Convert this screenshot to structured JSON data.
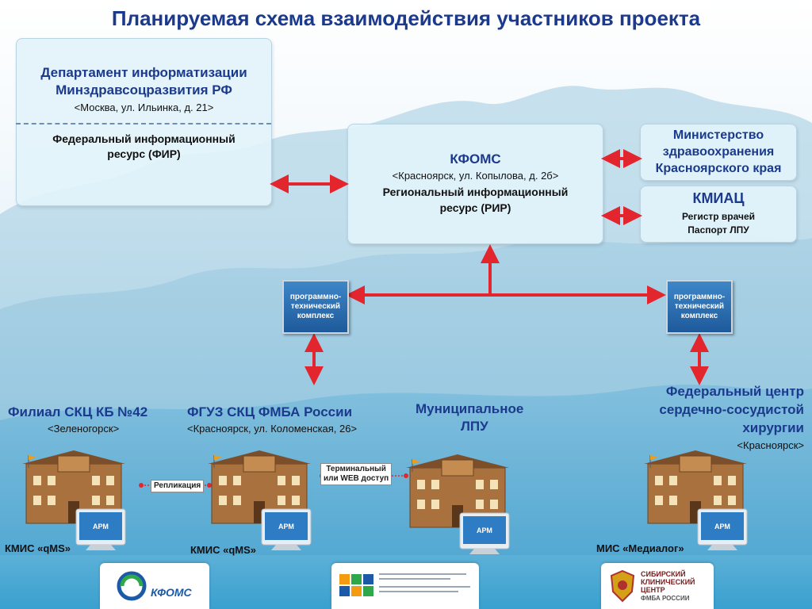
{
  "title": "Планируемая схема взаимодействия участников проекта",
  "dept": {
    "title_line1": "Департамент информатизации",
    "title_line2": "Минздравсоцразвития РФ",
    "address": "<Москва, ул. Ильинка, д. 21>",
    "resource_line1": "Федеральный информационный",
    "resource_line2": "ресурс (ФИР)"
  },
  "kfoms": {
    "title": "КФОМС",
    "address": "<Красноярск, ул. Копылова, д. 2б>",
    "resource_line1": "Региональный информационный",
    "resource_line2": "ресурс (РИР)"
  },
  "ministry": {
    "line1": "Министерство",
    "line2": "здравоохранения",
    "line3": "Красноярского края"
  },
  "kmiac": {
    "title": "КМИАЦ",
    "line1": "Регистр врачей",
    "line2": "Паспорт ЛПУ"
  },
  "ptk_left": {
    "line1": "программно-",
    "line2": "технический",
    "line3": "комплекс"
  },
  "ptk_right": {
    "line1": "программно-",
    "line2": "технический",
    "line3": "комплекс"
  },
  "nodes": {
    "filial": {
      "title": "Филиал СКЦ КБ №42",
      "address": "<Зеленогорск>",
      "system": "КМИС «qMS»",
      "arm": "АРМ"
    },
    "fguz": {
      "title": "ФГУЗ СКЦ ФМБА России",
      "address": "<Красноярск, ул. Коломенская, 26>",
      "system": "КМИС «qMS»",
      "arm": "АРМ"
    },
    "mun": {
      "title_line1": "Муниципальное",
      "title_line2": "ЛПУ",
      "arm": "АРМ"
    },
    "fed": {
      "title_line1": "Федеральный центр",
      "title_line2": "сердечно-сосудистой",
      "title_line3": "хирургии",
      "address": "<Красноярск>",
      "system": "МИС «Медиалог»",
      "arm": "АРМ"
    }
  },
  "tags": {
    "replication": "Репликация",
    "terminal_line1": "Терминальный",
    "terminal_line2": "или WEB доступ"
  },
  "logos": {
    "kfoms": "КФОМС",
    "siberian_line1": "СИБИРСКИЙ",
    "siberian_line2": "КЛИНИЧЕСКИЙ",
    "siberian_line3": "ЦЕНТР",
    "siberian_line4": "ФМБА РОССИИ"
  },
  "colors": {
    "title": "#1c3a8c",
    "arrow": "#e3262e",
    "ptk": "#1e5a9b",
    "box_bg": "#e2f3fa"
  }
}
